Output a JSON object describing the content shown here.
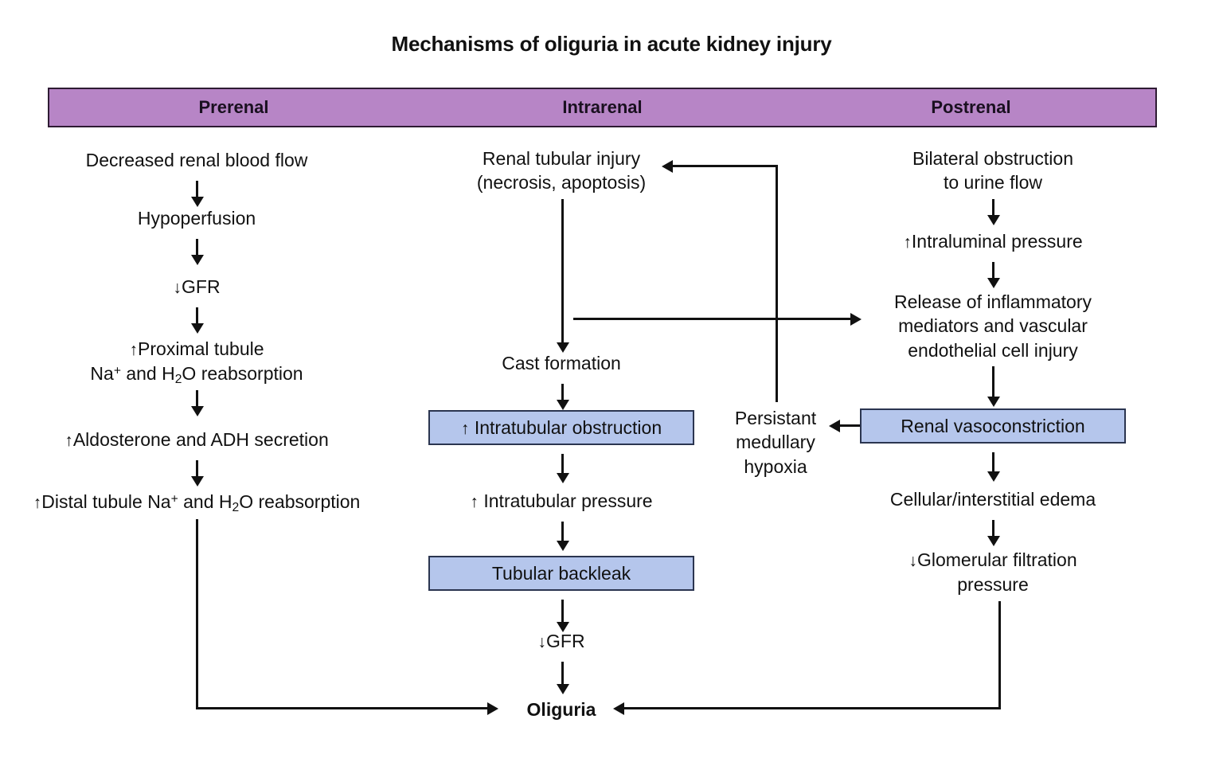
{
  "title": "Mechanisms of oliguria in acute kidney injury",
  "colors": {
    "header_band": "#b785c6",
    "header_border": "#2e1b33",
    "box_fill": "#b5c6ec",
    "box_border": "#2b3550",
    "line": "#111111",
    "page_background": "#ffffff"
  },
  "header": {
    "columns": [
      {
        "label": "Prerenal"
      },
      {
        "label": "Intrarenal"
      },
      {
        "label": "Postrenal"
      }
    ]
  },
  "columns": {
    "prerenal": {
      "nodes": [
        {
          "id": "decreased-renal-blood-flow",
          "text": "Decreased renal blood flow",
          "style": "plain"
        },
        {
          "id": "hypoperfusion",
          "text": "Hypoperfusion",
          "style": "plain"
        },
        {
          "id": "decreased-gfr",
          "text": "GFR",
          "arrow": "down",
          "style": "plain"
        },
        {
          "id": "increased-proximal-tubule-reabsorption",
          "line1": "Proximal tubule",
          "line2": "Na+ and H2O reabsorption",
          "arrow": "up",
          "style": "plain"
        },
        {
          "id": "increased-aldosterone-adh-secretion",
          "text": "Aldosterone and ADH secretion",
          "arrow": "up",
          "style": "plain"
        },
        {
          "id": "increased-distal-tubule-reabsorption",
          "text": "Distal tubule Na+ and H2O reabsorption",
          "arrow": "up",
          "style": "plain"
        }
      ]
    },
    "intrarenal": {
      "nodes": [
        {
          "id": "renal-tubular-injury",
          "line1": "Renal tubular injury",
          "line2": "(necrosis, apoptosis)",
          "style": "plain"
        },
        {
          "id": "cast-formation",
          "text": "Cast formation",
          "style": "plain"
        },
        {
          "id": "increased-intratubular-obstruction",
          "text": "Intratubular obstruction",
          "arrow": "up",
          "style": "box"
        },
        {
          "id": "increased-intratubular-pressure",
          "text": "Intratubular pressure",
          "arrow": "up",
          "style": "plain"
        },
        {
          "id": "tubular-backleak",
          "text": "Tubular backleak",
          "style": "box"
        },
        {
          "id": "decreased-gfr-intrarenal",
          "text": "GFR",
          "arrow": "down",
          "style": "plain"
        }
      ]
    },
    "postrenal": {
      "nodes": [
        {
          "id": "bilateral-obstruction",
          "line1": "Bilateral obstruction",
          "line2": "to urine flow",
          "style": "plain"
        },
        {
          "id": "increased-intraluminal-pressure",
          "text": "Intraluminal pressure",
          "arrow": "up",
          "style": "plain"
        },
        {
          "id": "release-of-inflammatory-mediators",
          "line1": "Release of inflammatory",
          "line2": "mediators and vascular",
          "line3": "endothelial cell injury",
          "style": "plain"
        },
        {
          "id": "renal-vasoconstriction",
          "text": "Renal vasoconstriction",
          "style": "box"
        },
        {
          "id": "cellular-interstitial-edema",
          "text": "Cellular/interstitial edema",
          "style": "plain"
        },
        {
          "id": "decreased-glomerular-filtration-pressure",
          "line1": "Glomerular filtration",
          "line2": "pressure",
          "arrow": "down",
          "style": "plain"
        }
      ]
    }
  },
  "side_node": {
    "id": "persistant-medullary-hypoxia",
    "line1": "Persistant",
    "line2": "medullary",
    "line3": "hypoxia"
  },
  "outcome": {
    "id": "oliguria",
    "label": "Oliguria"
  },
  "glyphs": {
    "arrow_up": "↑",
    "arrow_down": "↓",
    "na_plus_sup": "+",
    "h2o_sub": "2"
  }
}
